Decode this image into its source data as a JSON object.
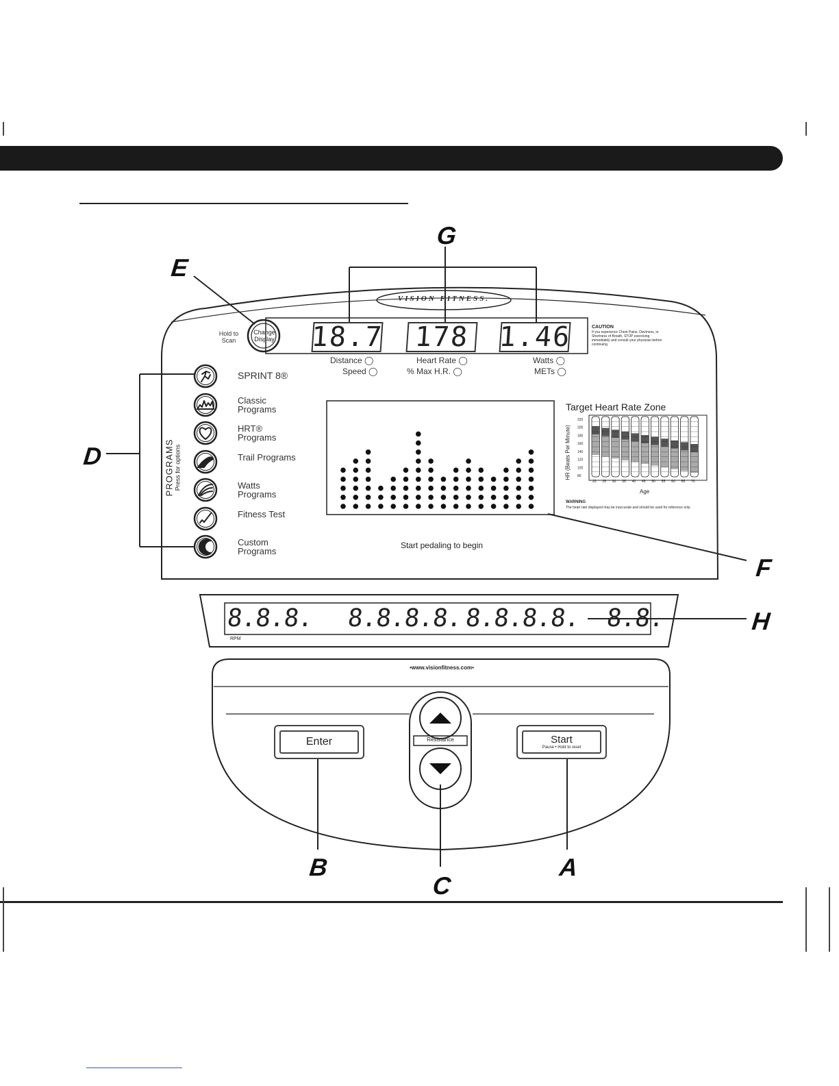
{
  "callouts": {
    "a": "A",
    "b": "B",
    "c": "C",
    "d": "D",
    "e": "E",
    "f": "F",
    "g": "G",
    "h": "H"
  },
  "console": {
    "brand": "VISION FITNESS.",
    "hold_to_scan": "Hold to Scan",
    "change_display": "Change Display",
    "caution_title": "CAUTION",
    "caution_text": "If you experience Chest Pains, Dizziness, or Shortness of Breath, STOP exercising immediately and consult your physician before continuing.",
    "displays": [
      {
        "value": "18.7"
      },
      {
        "value": "178"
      },
      {
        "value": "1.46"
      }
    ],
    "indicators": {
      "distance": "Distance",
      "speed": "Speed",
      "heart_rate": "Heart Rate",
      "max_hr": "% Max H.R.",
      "watts": "Watts",
      "mets": "METs"
    },
    "programs_title": "PROGRAMS",
    "programs_subtitle": "Press for options",
    "programs": [
      {
        "label": "SPRINT 8®",
        "icon": "runner-icon"
      },
      {
        "label": "Classic Programs",
        "icon": "profile-icon"
      },
      {
        "label": "HRT® Programs",
        "icon": "heart-icon"
      },
      {
        "label": "Trail Programs",
        "icon": "trail-icon"
      },
      {
        "label": "Watts Programs",
        "icon": "watts-icon"
      },
      {
        "label": "Fitness Test",
        "icon": "check-icon"
      },
      {
        "label": "Custom Programs",
        "icon": "custom-icon"
      }
    ],
    "profile_columns": [
      5,
      6,
      7,
      3,
      4,
      5,
      9,
      6,
      4,
      5,
      6,
      5,
      4,
      5,
      6,
      7
    ],
    "start_text": "Start pedaling to begin",
    "thr": {
      "title": "Target Heart Rate Zone",
      "ylabel": "HR (Beats Per Minute)",
      "xlabel": "Age",
      "yticks": [
        "220",
        "200",
        "180",
        "160",
        "140",
        "120",
        "100",
        "80"
      ],
      "ages": [
        "20",
        "25",
        "30",
        "35",
        "40",
        "45",
        "50",
        "55",
        "60",
        "65",
        "70"
      ],
      "warning_title": "WARNING",
      "warning_text": "The heart rate displayed may be inaccurate and should be used for reference only."
    },
    "lower_display": {
      "values": [
        "8.8.8.",
        "8.8.8.8.",
        "8.8.8.8.",
        "8.8."
      ],
      "rpm": "RPM"
    },
    "website": "•www.visionfitness.com•",
    "enter": "Enter",
    "start": "Start",
    "start_sub": "Pause • Hold to reset",
    "resistance": "Resistance"
  }
}
